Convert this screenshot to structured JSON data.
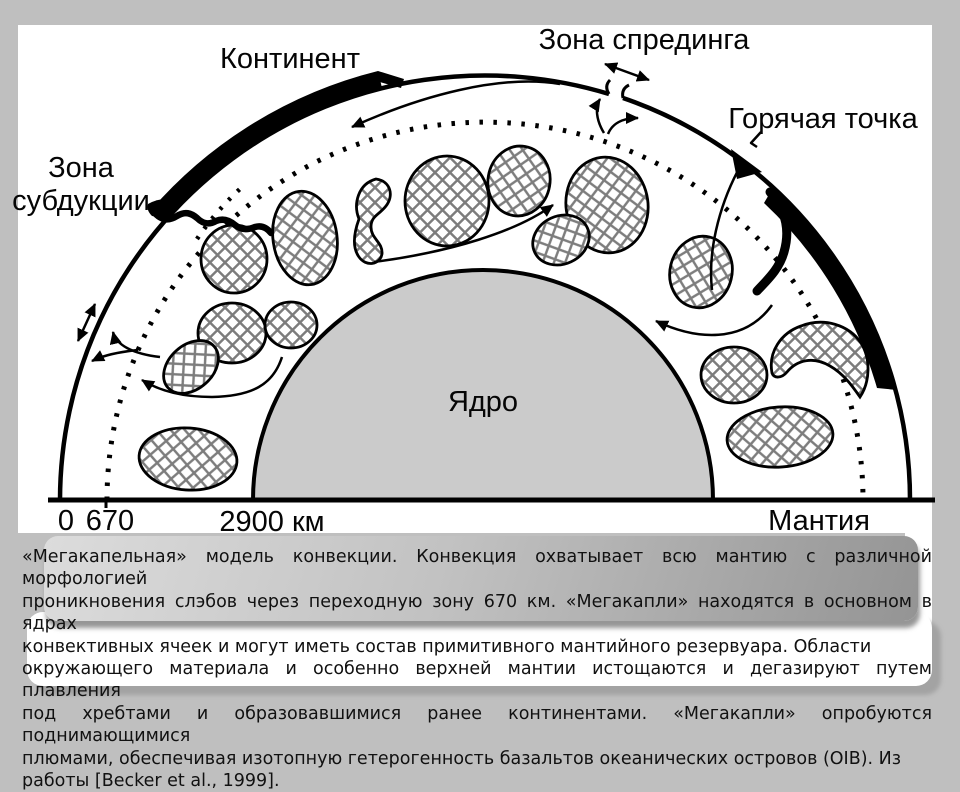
{
  "colors": {
    "slide_bg": "#bfbfbf",
    "panel_white": "#ffffff",
    "caption_band_start": "#dcdcdc",
    "caption_band_end": "#949494",
    "core_fill": "#cbcbcb",
    "ink": "#000000"
  },
  "diagram": {
    "labels": {
      "continent": "Континент",
      "spreading_zone": "Зона спрединга",
      "hot_spot": "Горячая точка",
      "subduction_zone_line1": "Зона",
      "subduction_zone_line2": "субдукции",
      "core": "Ядро",
      "mantle": "Мантия"
    },
    "scale": {
      "zero": "0",
      "transition_depth": "670",
      "core_mantle_boundary": "2900 км"
    }
  },
  "caption": {
    "lines": [
      "«Мегакапельная» модель конвекции. Конвекция охватывает всю мантию с различной морфологией",
      "проникновения слэбов через переходную зону 670 км. «Мегакапли» находятся в основном в ядрах",
      "конвективных ячеек и могут иметь состав примитивного мантийного резервуара. Области",
      "окружающего материала и особенно верхней мантии истощаются и дегазируют путем плавления",
      "под хребтами и образовавшимися ранее континентами. «Мегакапли» опробуются поднимающимися",
      "плюмами, обеспечивая изотопную гетерогенность базальтов океанических островов (OIB). Из",
      "работы [Becker et al., 1999]."
    ]
  }
}
